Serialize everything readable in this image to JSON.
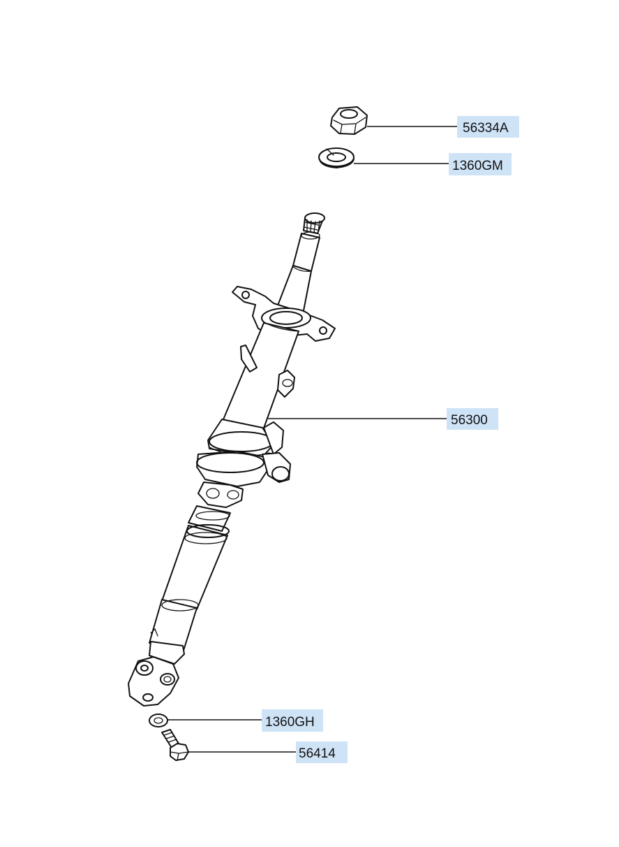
{
  "parts": [
    {
      "id": "nut",
      "number": "56334A"
    },
    {
      "id": "lock-washer",
      "number": "1360GM"
    },
    {
      "id": "steering-column-assembly",
      "number": "56300"
    },
    {
      "id": "washer",
      "number": "1360GH"
    },
    {
      "id": "bolt",
      "number": "56414"
    }
  ]
}
